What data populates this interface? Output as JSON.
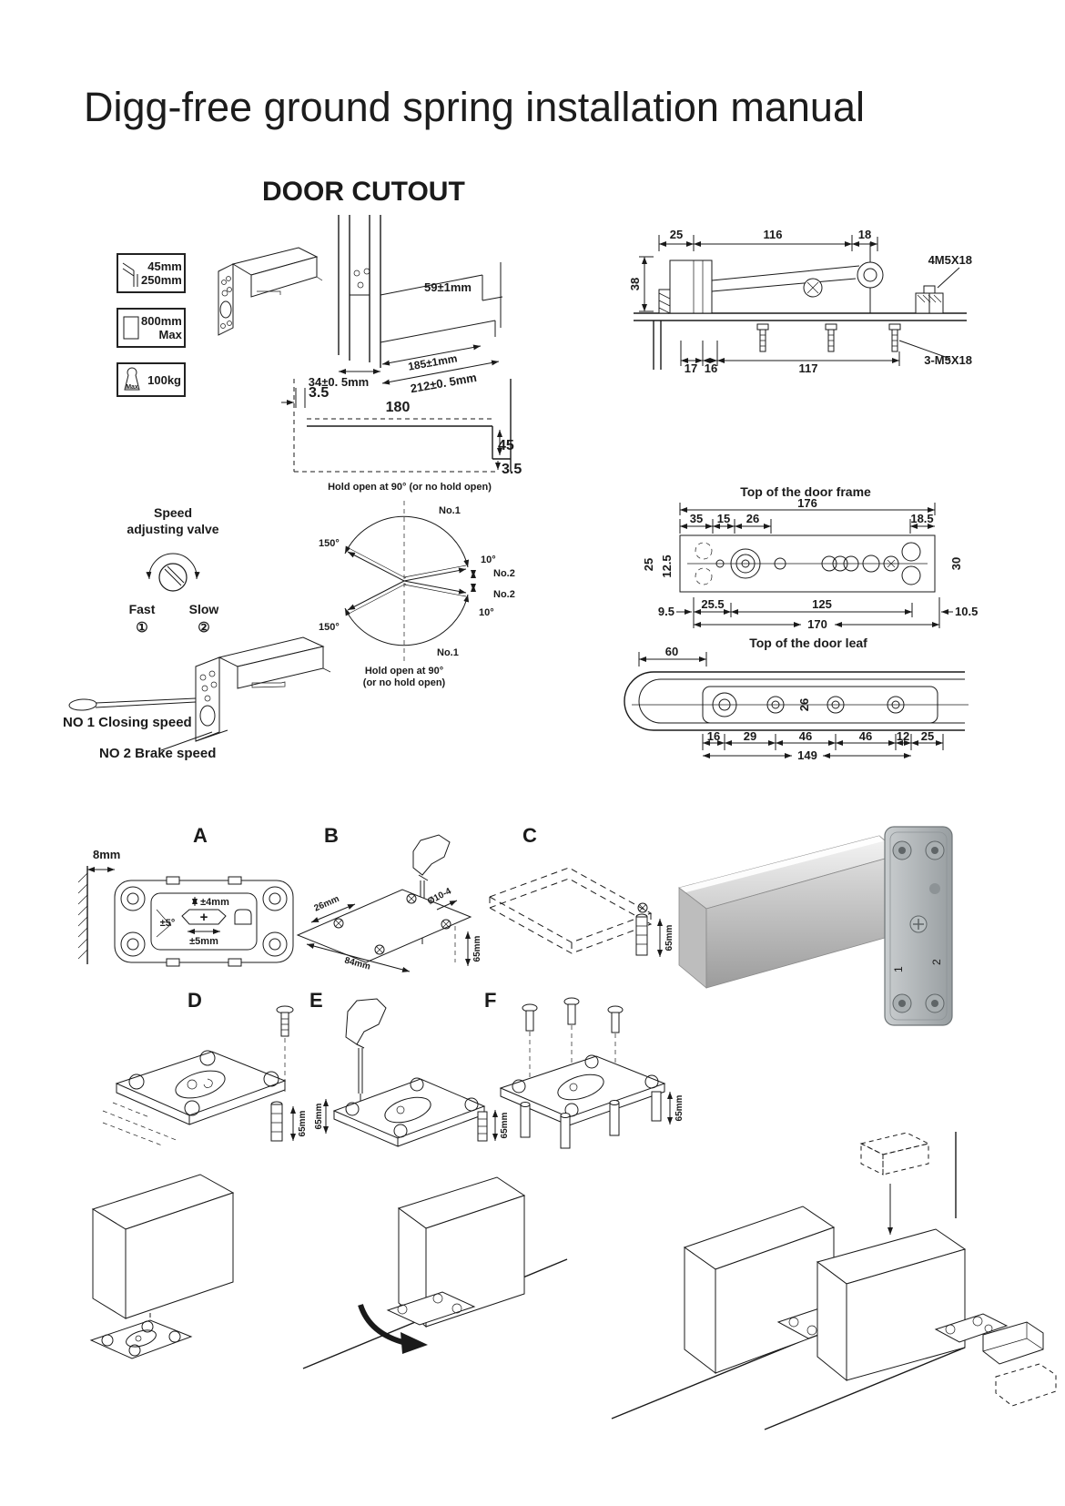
{
  "page": {
    "title": "Digg-free ground spring installation manual"
  },
  "cutout": {
    "heading": "DOOR CUTOUT",
    "box1_line1": "45mm",
    "box1_line2": "250mm",
    "box2_line1": "800mm",
    "box2_line2": "Max",
    "box3_label": "100kg",
    "box3_icon_text": "Max",
    "dim_59": "59±1mm",
    "dim_34": "34±0. 5mm",
    "dim_185": "185±1mm",
    "dim_212": "212±0. 5mm",
    "plan_35a": "3.5",
    "plan_180": "180",
    "plan_45": "45",
    "plan_35b": "3.5"
  },
  "frame_section": {
    "dim_25": "25",
    "dim_116": "116",
    "dim_18": "18",
    "dim_38": "38",
    "label_4m5x18": "4M5X18",
    "dim_17": "17",
    "dim_16": "16",
    "dim_117": "117",
    "label_3m5x18": "3-M5X18"
  },
  "valve": {
    "line1": "Speed",
    "line2": "adjusting valve",
    "fast": "Fast",
    "slow": "Slow",
    "num1": "①",
    "num2": "②",
    "no1": "NO 1 Closing speed",
    "no2": "NO 2 Brake speed"
  },
  "swing": {
    "top": "Hold open at 90°  (or no hold open)",
    "no1_top": "No.1",
    "deg150_top": "150°",
    "deg10_top": "10°",
    "no2_a": "No.2",
    "no2_b": "No.2",
    "deg10_bot": "10°",
    "deg150_bot": "150°",
    "no1_bot": "No.1",
    "bottom1": "Hold open at 90°",
    "bottom2": "(or no hold open)"
  },
  "frame_top": {
    "title": "Top of the door frame",
    "d176": "176",
    "d35": "35",
    "d15": "15",
    "d26": "26",
    "d18_5": "18.5",
    "d25": "25",
    "d12_5": "12.5",
    "d30": "30",
    "d9_5": "9.5",
    "d25_5": "25.5",
    "d125": "125",
    "d170": "170",
    "d10_5": "10.5"
  },
  "leaf_top": {
    "title": "Top of the door leaf",
    "d60": "60",
    "d26": "26",
    "d16": "16",
    "d29": "29",
    "d46a": "46",
    "d46b": "46",
    "d12": "12",
    "d25": "25",
    "d149": "149"
  },
  "steps": {
    "a_letter": "A",
    "a_wall": "8mm",
    "a_v": "±4mm",
    "a_angle": "±5°",
    "a_plus": "+",
    "a_h": "±5mm",
    "b_letter": "B",
    "b_d26": "26mm",
    "b_d84": "84mm",
    "b_hole": "Ø10-4",
    "b_depth": "65mm",
    "c_letter": "C",
    "c_depth": "65mm",
    "d_letter": "D",
    "d_depth": "65mm",
    "e_letter": "E",
    "e_depth1": "65mm",
    "e_depth2": "65mm",
    "f_letter": "F",
    "f_depth": "65mm"
  },
  "photo": {
    "mark1": "1",
    "mark2": "2"
  }
}
